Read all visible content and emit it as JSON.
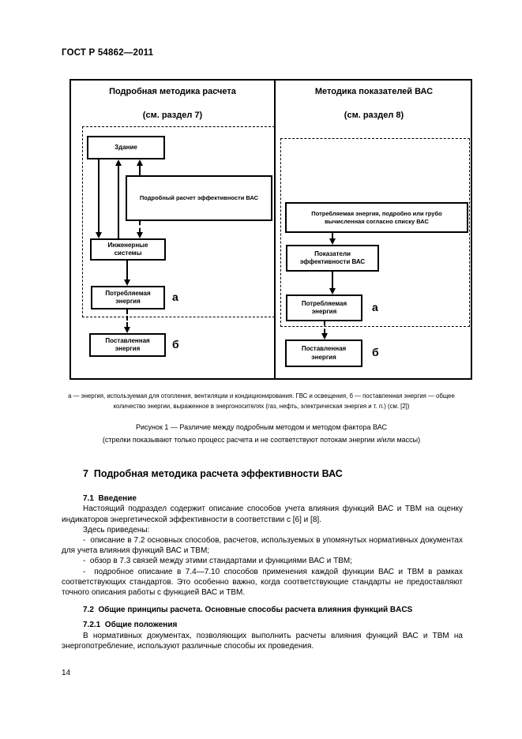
{
  "page": {
    "header": "ГОСТ Р 54862—2011",
    "page_number": "14"
  },
  "figure": {
    "left": {
      "title": "Подробная методика расчета",
      "subtitle": "(см. раздел 7)",
      "box_building": "Здание",
      "box_calc": "Подробный расчет эффективности ВАС",
      "box_systems": "Инженерные системы",
      "box_consumed": "Потребляемая энергия",
      "box_delivered": "Поставленная энергия",
      "label_a": "а",
      "label_b": "б"
    },
    "right": {
      "title": "Методика показателей ВАС",
      "subtitle": "(см. раздел 8)",
      "box_calc": "Потребляемая энергия, подробно или грубо вычисленная согласно списку ВАС",
      "box_indicators": "Показатели эффективности ВАС",
      "box_consumed": "Потребляемая энергия",
      "box_delivered": "Поставленная энергия",
      "label_a": "а",
      "label_b": "б"
    },
    "note": "а — энергия, используемая для отопления, вентиляции и кондиционирования. ГВС и освещения, б — поставленная энергия — общее количество энергии, выраженное в энергоносителях (газ, нефть, электрическая энергия и т. п.) (см. [2])",
    "caption": "Рисунок 1 — Различие между подробным методом и методом фактора ВАС",
    "caption_note": "(стрелки показывают только процесс расчета и не соответствуют потокам энергии и/или массы)"
  },
  "content": {
    "section7_title": "7  Подробная методика расчета эффективности ВАС",
    "s71_title": "7.1  Введение",
    "s71_p1": "Настоящий подраздел содержит описание способов учета влияния функций ВАС и ТВМ на оценку индикаторов энергетической эффективности в соответствии с [6] и [8].",
    "s71_p2": "Здесь приведены:",
    "s71_b1": "-  описание в 7.2 основных способов, расчетов, используемых в упомянутых нормативных документах для учета влияния функций ВАС и ТВМ;",
    "s71_b2": "-  обзор в 7.3 связей между этими стандартами и функциями ВАС и ТВМ;",
    "s71_b3": "-  подробное описание в 7.4—7.10 способов применения каждой функции ВАС и ТВМ в рамках соответствующих стандартов. Это особенно важно, когда соответствующие стандарты не предоставляют точного описания работы с функцией ВАС и ТВМ.",
    "s72_title": "7.2  Общие принципы расчета. Основные способы расчета влияния функций BACS",
    "s721_title": "7.2.1  Общие положения",
    "s721_p1": "В нормативных документах, позволяющих выполнить расчеты влияния функций ВАС и ТВМ на энергопотребление, используют различные способы их проведения."
  }
}
